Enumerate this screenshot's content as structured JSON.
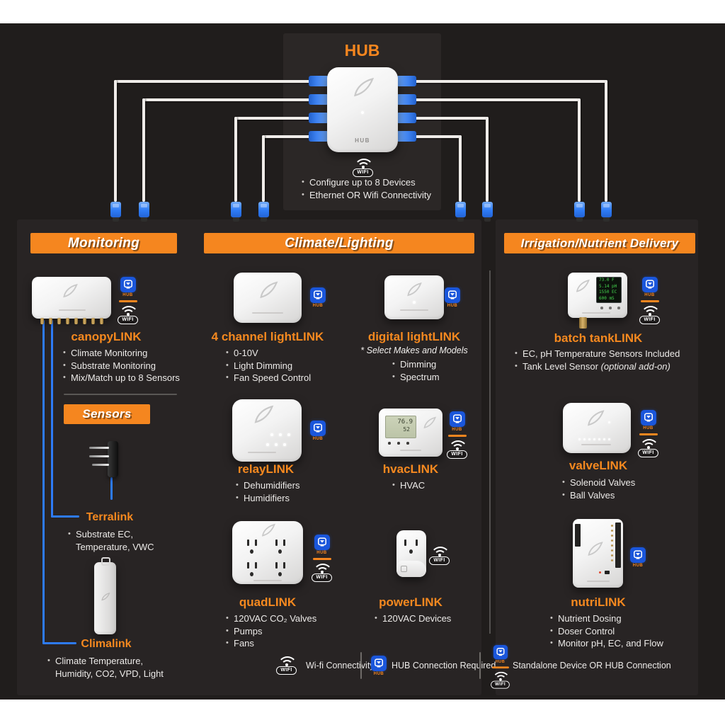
{
  "badges": {
    "wifi_label": "WIFI",
    "hub_label": "HUB"
  },
  "hub": {
    "title": "HUB",
    "device_label": "HUB",
    "bullets": [
      "Configure up to 8 Devices",
      "Ethernet OR Wifi Connectivity"
    ]
  },
  "sections": {
    "monitoring": {
      "banner": "Monitoring",
      "sensors_banner": "Sensors"
    },
    "climate": {
      "banner": "Climate/Lighting"
    },
    "irrigation": {
      "banner": "Irrigation/Nutrient Delivery"
    }
  },
  "devices": {
    "canopylink": {
      "name": "canopyLINK",
      "bullets": [
        "Climate Monitoring",
        "Substrate Monitoring",
        "Mix/Match up to 8 Sensors"
      ]
    },
    "terralink": {
      "name": "Terralink",
      "bullets": [
        "Substrate EC, Temperature, VWC"
      ]
    },
    "climalink": {
      "name": "Climalink",
      "bullets": [
        "Climate Temperature, Humidity, CO2, VPD, Light"
      ]
    },
    "lightlink4": {
      "name": "4 channel lightLINK",
      "bullets": [
        "0-10V",
        "Light Dimming",
        "Fan Speed Control"
      ]
    },
    "digitallightlink": {
      "name": "digital lightLINK",
      "note": "* Select Makes and Models",
      "bullets": [
        "Dimming",
        "Spectrum"
      ]
    },
    "relaylink": {
      "name": "relayLINK",
      "bullets": [
        "Dehumidifiers",
        "Humidifiers"
      ]
    },
    "hvaclink": {
      "name": "hvacLINK",
      "bullets": [
        "HVAC"
      ],
      "screen_temp": "76.9",
      "screen_humidity": "52"
    },
    "quadlink": {
      "name": "quadLINK",
      "bullets": [
        "120VAC CO₂ Valves",
        "Pumps",
        "Fans"
      ]
    },
    "powerlink": {
      "name": "powerLINK",
      "bullets": [
        "120VAC Devices"
      ]
    },
    "batchtanklink": {
      "name": "batch tankLINK",
      "bullets": [
        "EC, pH Temperature Sensors Included"
      ],
      "bullet2_text": "Tank Level Sensor",
      "bullet2_italic": "(optional add-on)",
      "screen": [
        "73.0 F",
        "5.14 pH",
        "1550 EC",
        "600 mS"
      ]
    },
    "valvelink": {
      "name": "valveLINK",
      "bullets": [
        "Solenoid Valves",
        "Ball Valves"
      ]
    },
    "nutrilink": {
      "name": "nutriLINK",
      "bullets": [
        "Nutrient Dosing",
        "Doser Control",
        "Monitor pH, EC, and Flow"
      ]
    }
  },
  "legend": [
    {
      "icon": "wifi",
      "label": "Wi-fi Connectivity"
    },
    {
      "icon": "hub",
      "label": "HUB Connection Required"
    },
    {
      "icon": "hub-or-wifi",
      "label": "Standalone Device OR HUB Connection"
    }
  ],
  "colors": {
    "accent_orange": "#F5861F",
    "cable_blue": "#2E7BF6",
    "hub_badge_blue": "#1A56DB"
  }
}
